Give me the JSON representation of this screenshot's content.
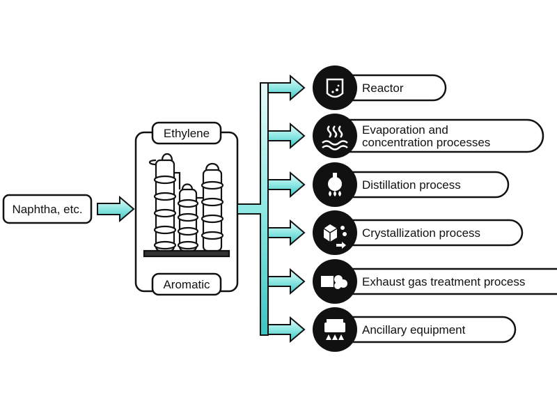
{
  "input": {
    "label": "Naphtha, etc."
  },
  "plant": {
    "top_label": "Ethylene",
    "bottom_label": "Aromatic"
  },
  "outputs": [
    {
      "lines": [
        "Reactor"
      ],
      "icon": "reactor-icon"
    },
    {
      "lines": [
        "Evaporation and",
        "concentration processes"
      ],
      "icon": "evaporation-icon"
    },
    {
      "lines": [
        "Distillation process"
      ],
      "icon": "distillation-icon"
    },
    {
      "lines": [
        "Crystallization process"
      ],
      "icon": "crystallization-icon"
    },
    {
      "lines": [
        "Exhaust gas treatment process"
      ],
      "icon": "exhaust-gas-icon"
    },
    {
      "lines": [
        "Ancillary equipment"
      ],
      "icon": "ancillary-equipment-icon"
    }
  ],
  "colors": {
    "arrow_fill": "#8fe8e4",
    "arrow_outline": "#111111",
    "icon_bg": "#111111",
    "box_outline": "#111111"
  }
}
